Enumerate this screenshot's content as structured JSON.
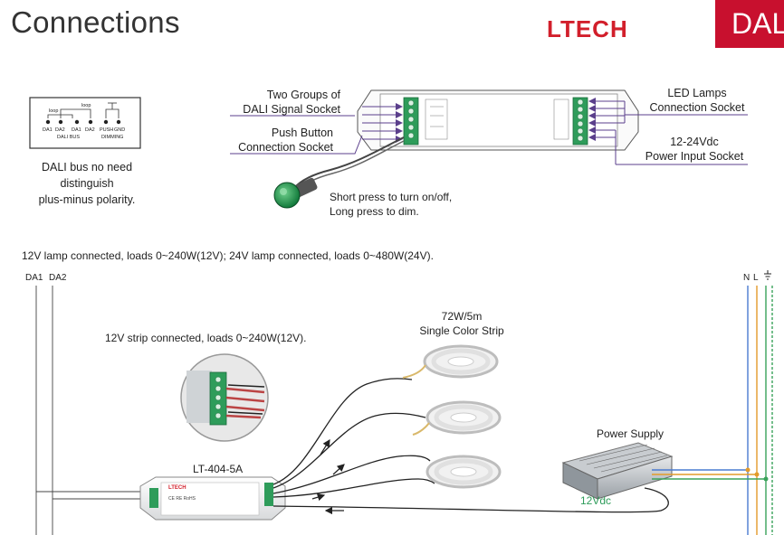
{
  "header": {
    "title": "Connections",
    "brand": "LTECH",
    "tab": "DALI"
  },
  "bus_box": {
    "loop_left": "loop",
    "loop_right": "loop",
    "terminals": [
      "DA1",
      "DA2",
      "DA1",
      "DA2",
      "PUSH",
      "GND"
    ],
    "group_dali": "DALI BUS",
    "group_dimming": "DIMMING",
    "caption_lines": [
      "DALI bus no need",
      "distinguish",
      "plus-minus polarity."
    ]
  },
  "callouts": {
    "dali_signal": [
      "Two Groups of",
      "DALI Signal Socket"
    ],
    "push_button": [
      "Push Button",
      "Connection Socket"
    ],
    "led_lamps": [
      "LED Lamps",
      "Connection Socket"
    ],
    "power_input": [
      "12-24Vdc",
      "Power Input Socket"
    ],
    "press_note": [
      "Short press to turn on/off,",
      "Long press to dim."
    ]
  },
  "load_note": "12V lamp connected, loads 0~240W(12V); 24V lamp connected, loads 0~480W(24V).",
  "wiring": {
    "bus_labels": [
      "DA1",
      "DA2"
    ],
    "mains_labels": [
      "N",
      "L"
    ],
    "strip_note": "12V strip connected, loads 0~240W(12V).",
    "strip_title": [
      "72W/5m",
      "Single Color Strip"
    ],
    "controller_model": "LT-404-5A",
    "power_supply": "Power Supply",
    "voltage": "12Vdc",
    "device_marks": [
      "LTECH",
      "CE RE RoHS"
    ]
  },
  "colors": {
    "brand_red": "#d21f2b",
    "tab_red": "#c8102e",
    "terminal_green": "#2e9c5a",
    "wire_orange": "#e39b2a",
    "wire_blue": "#4a7bd0",
    "wire_green": "#3aa35a",
    "arrow_purple": "#5b3f8c"
  }
}
